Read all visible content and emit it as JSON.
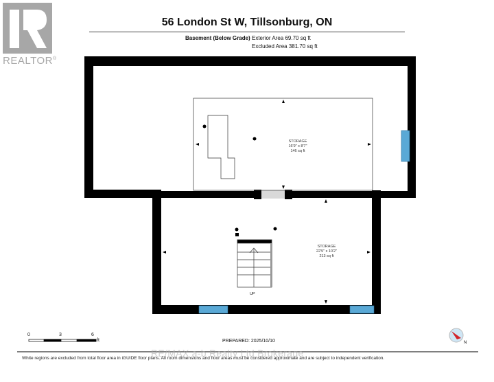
{
  "header": {
    "title": "56 London St W, Tillsonburg, ON",
    "level": "Basement (Below Grade)",
    "exterior_area": "Exterior Area 69.70 sq ft",
    "excluded_area": "Excluded Area 381.70 sq ft"
  },
  "logo": {
    "text": "REALTOR",
    "mark": "®"
  },
  "rooms": [
    {
      "name": "STORAGE",
      "dimensions": "16'9\" x 8'7\"",
      "area": "146 sq ft"
    },
    {
      "name": "STORAGE",
      "dimensions": "22'5\" x 10'2\"",
      "area": "213 sq ft"
    }
  ],
  "stairs": {
    "label": "UP"
  },
  "scale": {
    "ticks": [
      "0",
      "3",
      "6"
    ],
    "unit": "ft"
  },
  "prepared": "PREPARED: 2025/10/10",
  "watermark": "RE/MAX a-b Realty Ltd Brokerage",
  "footer": "White regions are excluded from total floor area in iGUIDE floor plans. All room dimensions and floor areas must be considered approximate and are subject to independent verification.",
  "colors": {
    "wall": "#000000",
    "window": "#5aa9d6",
    "door_opening": "#d9d9d9",
    "compass": "#d2232a",
    "logo": "#a7a7a7"
  }
}
